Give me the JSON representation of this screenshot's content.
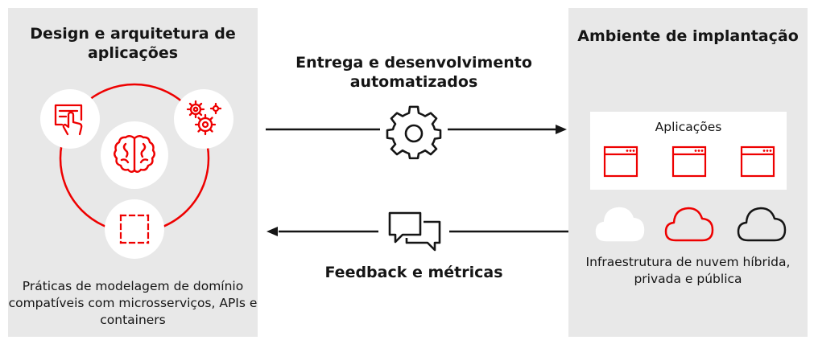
{
  "left": {
    "title": "Design e arquitetura de aplicações",
    "caption": "Práticas de modelagem de domínio compatíveis com microsserviços, APIs e containers",
    "icons": [
      "touch-screen-icon",
      "gears-icon",
      "brain-icon",
      "selection-frame-icon"
    ]
  },
  "center": {
    "top_label": "Entrega e desenvolvimento automatizados",
    "bottom_label": "Feedback e métricas",
    "icons": [
      "gear-icon",
      "chat-bubbles-icon"
    ]
  },
  "right": {
    "title": "Ambiente de implantação",
    "apps_label": "Aplicações",
    "caption": "Infraestrutura de nuvem híbrida, privada e pública",
    "clouds": [
      "white-cloud-icon",
      "red-cloud-icon",
      "black-cloud-icon"
    ]
  },
  "colors": {
    "accent": "#ee0000",
    "panel": "#e8e8e8",
    "text": "#151515"
  }
}
